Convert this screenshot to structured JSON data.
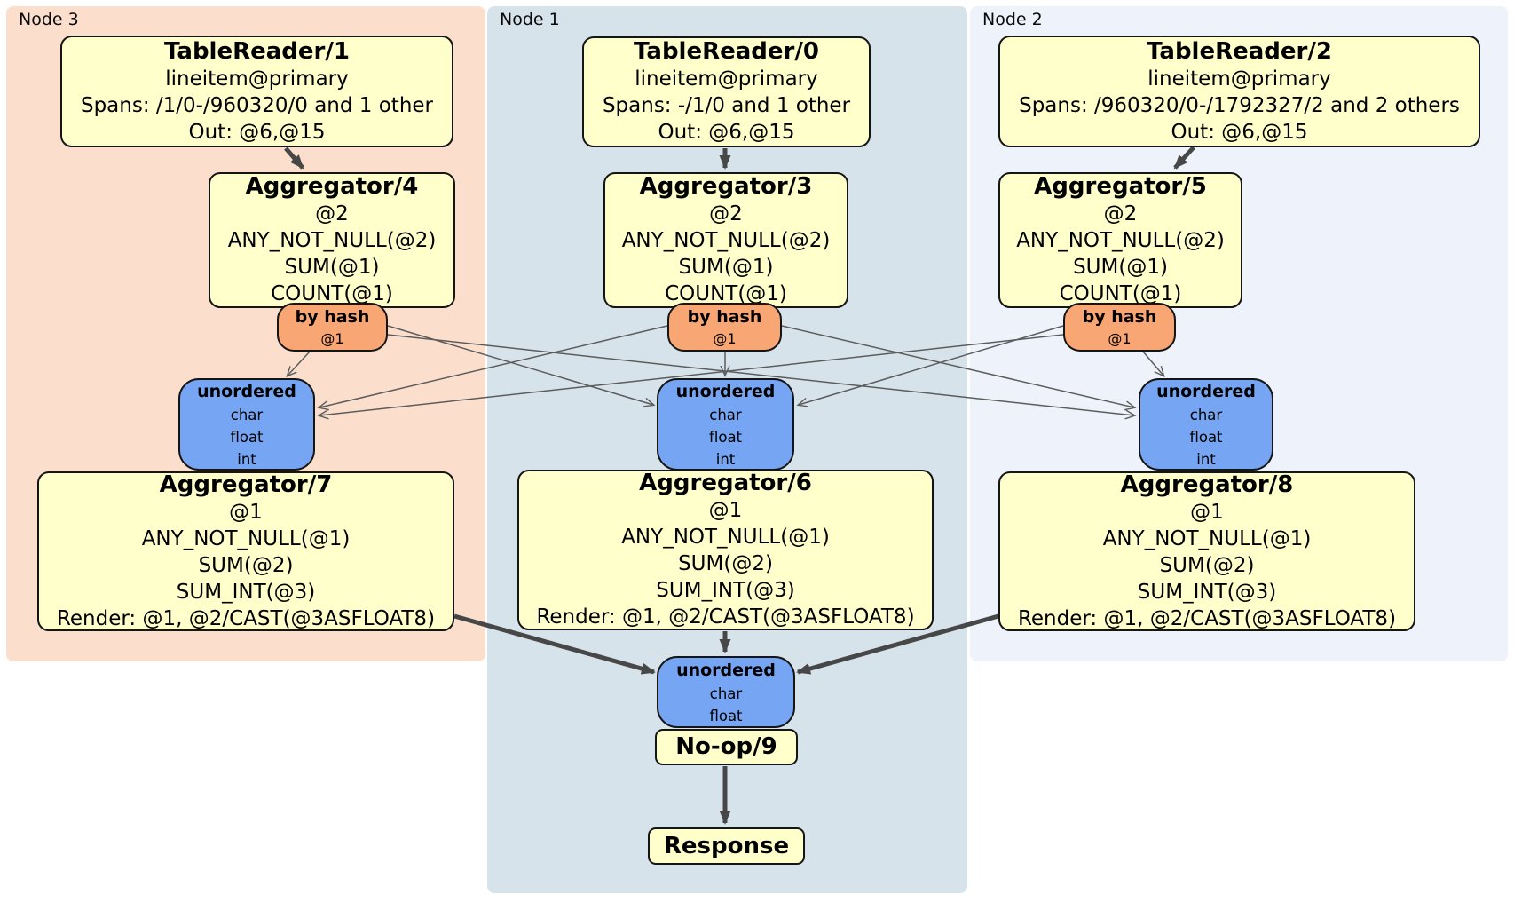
{
  "panels": {
    "node3": {
      "label": "Node 3",
      "bg": "#fbdfcc"
    },
    "node1": {
      "label": "Node 1",
      "bg": "#d7e3eb"
    },
    "node2": {
      "label": "Node 2",
      "bg": "#edf2fb"
    }
  },
  "colors": {
    "processor_fill": "#ffffcc",
    "router_fill": "#f7a268",
    "stream_fill": "#75a5f3",
    "box_border": "#151515",
    "thin_edge": "#5c5c5c",
    "thick_edge": "#474747",
    "page_bg": "#ffffff"
  },
  "boxes": {
    "tr1": {
      "title": "TableReader/1",
      "lines": [
        "lineitem@primary",
        "Spans: /1/0-/960320/0 and 1 other",
        "Out: @6,@15"
      ]
    },
    "tr0": {
      "title": "TableReader/0",
      "lines": [
        "lineitem@primary",
        "Spans: -/1/0 and 1 other",
        "Out: @6,@15"
      ]
    },
    "tr2": {
      "title": "TableReader/2",
      "lines": [
        "lineitem@primary",
        "Spans: /960320/0-/1792327/2 and 2 others",
        "Out: @6,@15"
      ]
    },
    "agg4": {
      "title": "Aggregator/4",
      "lines": [
        "@2",
        "ANY_NOT_NULL(@2)",
        "SUM(@1)",
        "COUNT(@1)"
      ]
    },
    "agg3": {
      "title": "Aggregator/3",
      "lines": [
        "@2",
        "ANY_NOT_NULL(@2)",
        "SUM(@1)",
        "COUNT(@1)"
      ]
    },
    "agg5": {
      "title": "Aggregator/5",
      "lines": [
        "@2",
        "ANY_NOT_NULL(@2)",
        "SUM(@1)",
        "COUNT(@1)"
      ]
    },
    "hash3": {
      "title": "by hash",
      "lines": [
        "@1"
      ]
    },
    "hash1": {
      "title": "by hash",
      "lines": [
        "@1"
      ]
    },
    "hash2": {
      "title": "by hash",
      "lines": [
        "@1"
      ]
    },
    "un3": {
      "title": "unordered",
      "lines": [
        "char",
        "float",
        "int"
      ]
    },
    "un1": {
      "title": "unordered",
      "lines": [
        "char",
        "float",
        "int"
      ]
    },
    "un2": {
      "title": "unordered",
      "lines": [
        "char",
        "float",
        "int"
      ]
    },
    "agg7": {
      "title": "Aggregator/7",
      "lines": [
        "@1",
        "ANY_NOT_NULL(@1)",
        "SUM(@2)",
        "SUM_INT(@3)",
        "Render: @1, @2/CAST(@3ASFLOAT8)"
      ]
    },
    "agg6": {
      "title": "Aggregator/6",
      "lines": [
        "@1",
        "ANY_NOT_NULL(@1)",
        "SUM(@2)",
        "SUM_INT(@3)",
        "Render: @1, @2/CAST(@3ASFLOAT8)"
      ]
    },
    "agg8": {
      "title": "Aggregator/8",
      "lines": [
        "@1",
        "ANY_NOT_NULL(@1)",
        "SUM(@2)",
        "SUM_INT(@3)",
        "Render: @1, @2/CAST(@3ASFLOAT8)"
      ]
    },
    "unf": {
      "title": "unordered",
      "lines": [
        "char",
        "float"
      ]
    },
    "noop": {
      "title": "No-op/9"
    },
    "resp": {
      "title": "Response"
    }
  },
  "edges": [
    {
      "from": "TableReader/1",
      "to": "Aggregator/4",
      "kind": "flow"
    },
    {
      "from": "TableReader/0",
      "to": "Aggregator/3",
      "kind": "flow"
    },
    {
      "from": "TableReader/2",
      "to": "Aggregator/5",
      "kind": "flow"
    },
    {
      "from": "Aggregator/4 by hash",
      "to": "unordered node3",
      "kind": "stream"
    },
    {
      "from": "Aggregator/4 by hash",
      "to": "unordered node1",
      "kind": "stream"
    },
    {
      "from": "Aggregator/4 by hash",
      "to": "unordered node2",
      "kind": "stream"
    },
    {
      "from": "Aggregator/3 by hash",
      "to": "unordered node3",
      "kind": "stream"
    },
    {
      "from": "Aggregator/3 by hash",
      "to": "unordered node1",
      "kind": "stream"
    },
    {
      "from": "Aggregator/3 by hash",
      "to": "unordered node2",
      "kind": "stream"
    },
    {
      "from": "Aggregator/5 by hash",
      "to": "unordered node3",
      "kind": "stream"
    },
    {
      "from": "Aggregator/5 by hash",
      "to": "unordered node1",
      "kind": "stream"
    },
    {
      "from": "Aggregator/5 by hash",
      "to": "unordered node2",
      "kind": "stream"
    },
    {
      "from": "Aggregator/7",
      "to": "unordered final",
      "kind": "flow"
    },
    {
      "from": "Aggregator/6",
      "to": "unordered final",
      "kind": "flow"
    },
    {
      "from": "Aggregator/8",
      "to": "unordered final",
      "kind": "flow"
    },
    {
      "from": "No-op/9",
      "to": "Response",
      "kind": "flow"
    }
  ]
}
